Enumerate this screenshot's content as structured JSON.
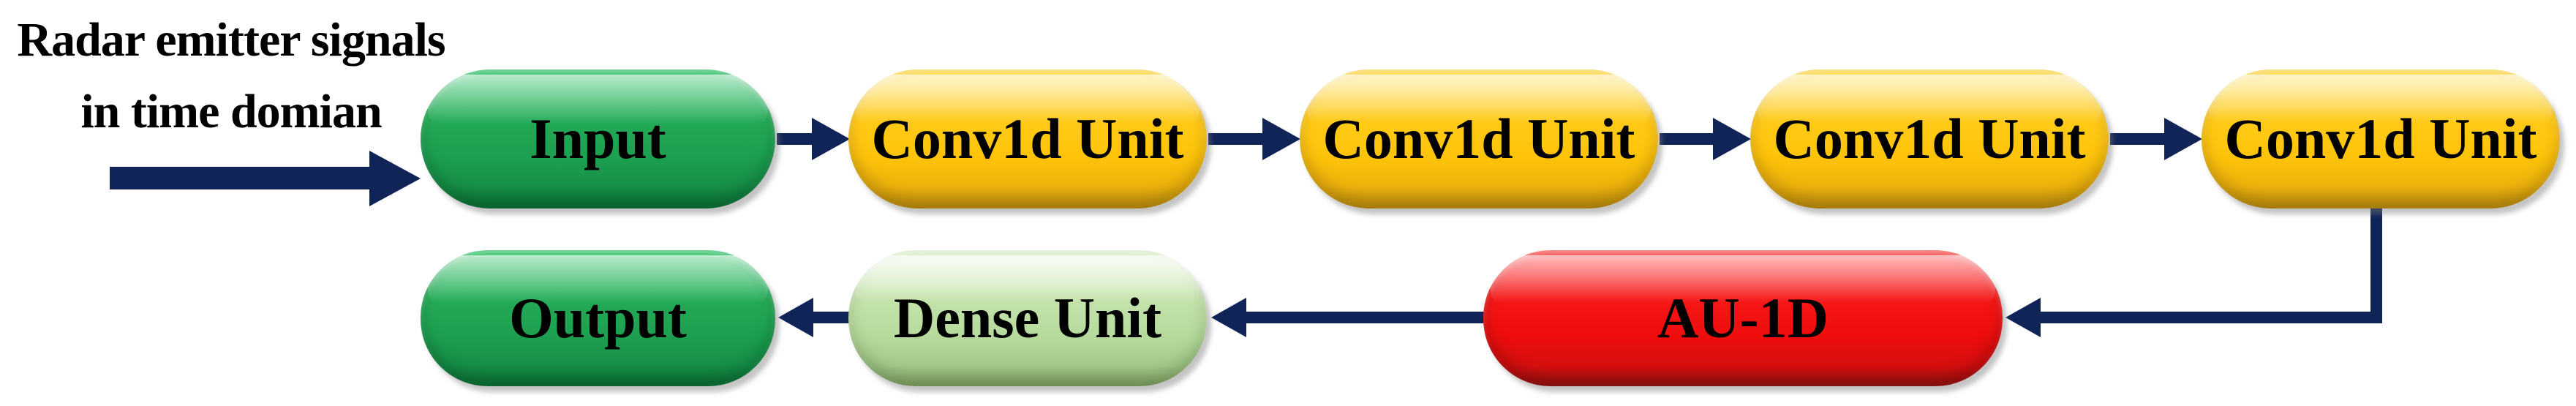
{
  "caption": {
    "line1": "Radar emitter signals",
    "line2": "in time domian"
  },
  "nodes": {
    "input": {
      "label": "Input",
      "color": "#23AA56"
    },
    "conv1": {
      "label": "Conv1d Unit",
      "color": "#FEC40A"
    },
    "conv2": {
      "label": "Conv1d Unit",
      "color": "#FEC40A"
    },
    "conv3": {
      "label": "Conv1d Unit",
      "color": "#FEC40A"
    },
    "conv4": {
      "label": "Conv1d Unit",
      "color": "#FEC40A"
    },
    "au1d": {
      "label": "AU-1D",
      "color": "#EF0D0D"
    },
    "dense": {
      "label": "Dense Unit",
      "color": "#B6DA9C"
    },
    "output": {
      "label": "Output",
      "color": "#23AA56"
    }
  },
  "edges": [
    {
      "from": "radar-emitter-signals-caption",
      "to": "input"
    },
    {
      "from": "input",
      "to": "conv1"
    },
    {
      "from": "conv1",
      "to": "conv2"
    },
    {
      "from": "conv2",
      "to": "conv3"
    },
    {
      "from": "conv3",
      "to": "conv4"
    },
    {
      "from": "conv4",
      "to": "au1d"
    },
    {
      "from": "au1d",
      "to": "dense"
    },
    {
      "from": "dense",
      "to": "output"
    }
  ],
  "arrow_color": "#102457",
  "background_color": "#FFFFFF"
}
